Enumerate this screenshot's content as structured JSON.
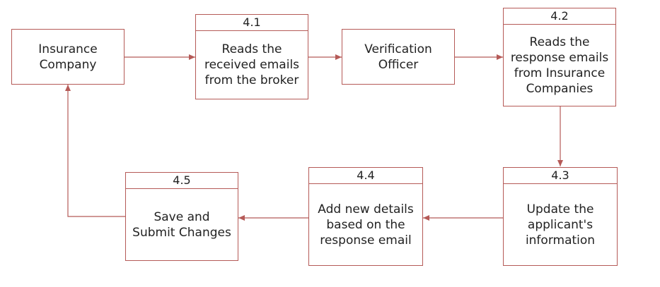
{
  "colors": {
    "stroke": "#b55a57",
    "text": "#222222"
  },
  "nodes": {
    "insurance": {
      "lines": [
        "Insurance",
        "Company"
      ]
    },
    "verification": {
      "lines": [
        "Verification",
        "Officer"
      ]
    },
    "p41": {
      "id": "4.1",
      "lines": [
        "Reads the",
        "received emails",
        "from the broker"
      ]
    },
    "p42": {
      "id": "4.2",
      "lines": [
        "Reads the",
        "response emails",
        "from Insurance",
        "Companies"
      ]
    },
    "p43": {
      "id": "4.3",
      "lines": [
        "Update the",
        "applicant's",
        "information"
      ]
    },
    "p44": {
      "id": "4.4",
      "lines": [
        "Add new details",
        "based on the",
        "response email"
      ]
    },
    "p45": {
      "id": "4.5",
      "lines": [
        "Save and",
        "Submit Changes"
      ]
    }
  }
}
